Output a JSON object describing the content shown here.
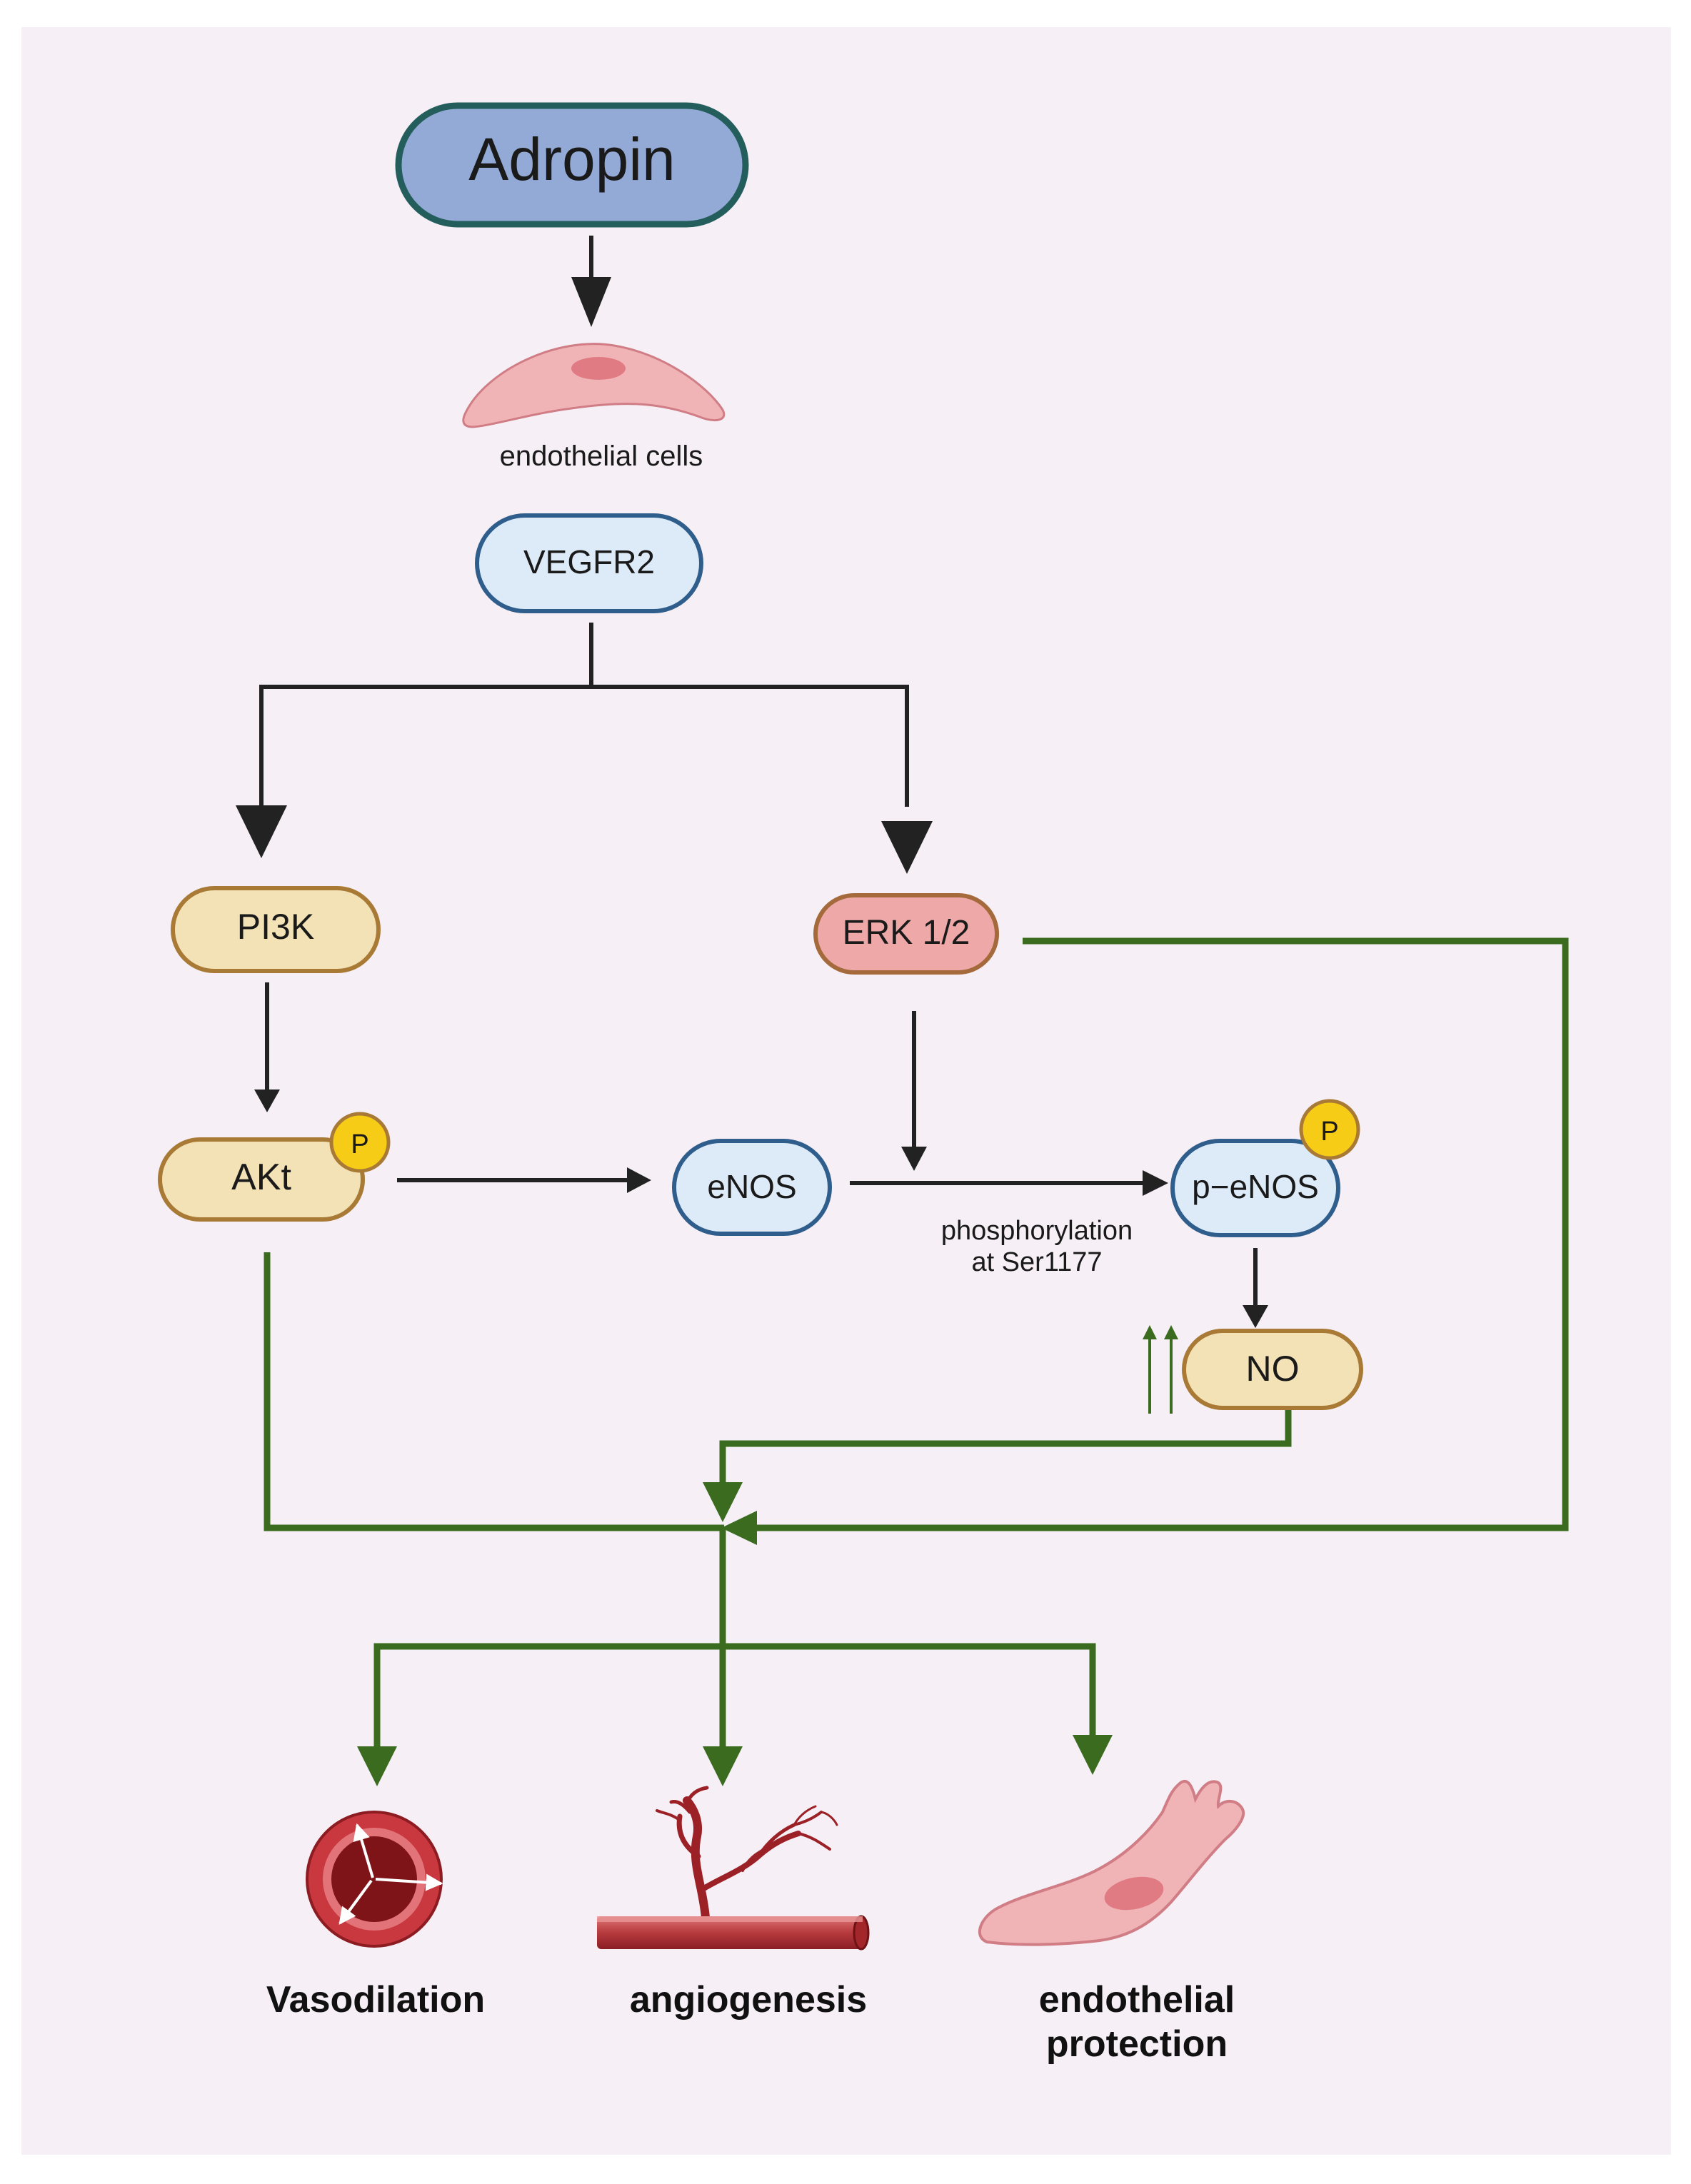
{
  "nodes": {
    "adropin": "Adropin",
    "vegfr2": "VEGFR2",
    "pi3k": "PI3K",
    "erk": "ERK 1/2",
    "akt": "AKt",
    "enos": "eNOS",
    "p_enos": "p−eNOS",
    "no": "NO"
  },
  "phospho_badge": "P",
  "labels": {
    "endothelial_cells": "endothelial cells",
    "phosphorylation_line1": "phosphorylation",
    "phosphorylation_line2": "at Ser1177"
  },
  "outcomes": {
    "vasodilation": "Vasodilation",
    "angiogenesis": "angiogenesis",
    "endothelial_line1": "endothelial",
    "endothelial_line2": "protection"
  },
  "colors": {
    "background": "#f6f0f6",
    "adropin_fill": "#93a9d6",
    "adropin_border": "#245e5c",
    "blue_fill": "#ddebf8",
    "blue_border": "#2f5d8c",
    "tan_fill": "#f3e2b6",
    "tan_border": "#a87a35",
    "erk_fill": "#efa8a8",
    "erk_border": "#a56a3c",
    "badge": "#f7cc16",
    "black_arrow": "#222222",
    "green_arrow": "#3a6b1f",
    "cell_pink": "#f1b4b6",
    "vessel_red": "#b4262d"
  }
}
